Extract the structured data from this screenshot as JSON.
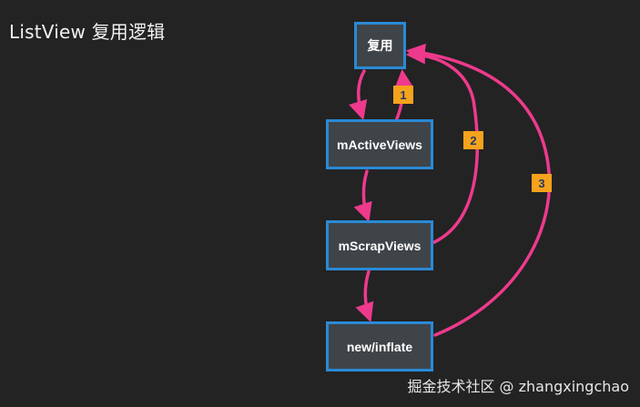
{
  "title": "ListView 复用逻辑",
  "nodes": {
    "reuse": "复用",
    "active": "mActiveViews",
    "scrap": "mScrapViews",
    "inflate": "new/inflate"
  },
  "badges": [
    "1",
    "2",
    "3"
  ],
  "colors": {
    "arrow": "#ee3a8c",
    "node_border": "#2a8ad6",
    "node_fill": "#3f4448",
    "badge_fill": "#f6a21c",
    "badge_text": "#1f3a66",
    "background": "#232324"
  },
  "watermark": "掘金技术社区 @ zhangxingchao"
}
